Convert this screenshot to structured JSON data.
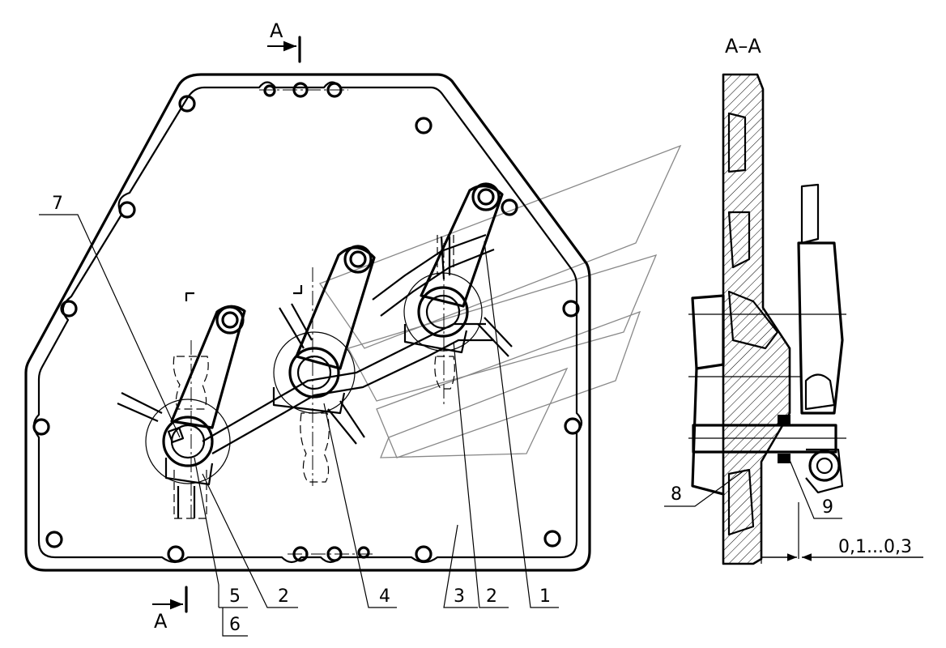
{
  "section_mark": "A",
  "section_title": "A–A",
  "callouts": {
    "c1": "1",
    "c2a": "2",
    "c2b": "2",
    "c3": "3",
    "c4": "4",
    "c5": "5",
    "c6": "6",
    "c7": "7",
    "c8": "8",
    "c9": "9"
  },
  "gap_dimension": "0,1...0,3"
}
